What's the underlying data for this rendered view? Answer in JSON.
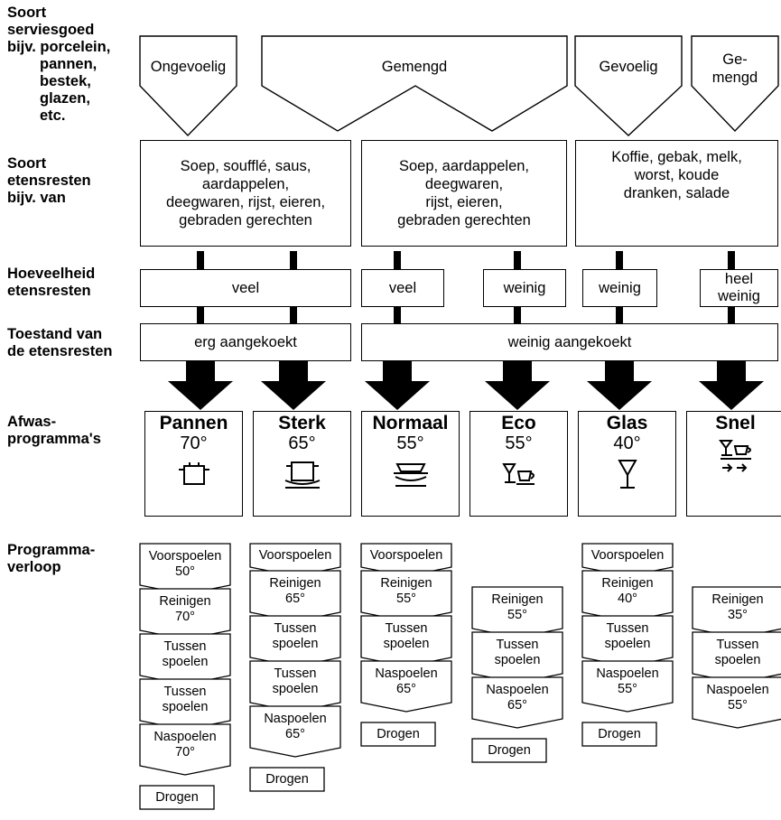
{
  "row_labels": {
    "serviesgoed": [
      "Soort",
      "serviesgoed",
      "bijv. porcelein,",
      "pannen,",
      "bestek,",
      "glazen,",
      "etc."
    ],
    "etensresten": [
      "Soort",
      "etensresten",
      "bijv. van"
    ],
    "hoeveelheid": [
      "Hoeveelheid",
      "etensresten"
    ],
    "toestand": [
      "Toestand van",
      "de etensresten"
    ],
    "afwas": [
      "Afwas-",
      "programma's"
    ],
    "verloop": [
      "Programma-",
      "verloop"
    ]
  },
  "servies_types": [
    "Ongevoelig",
    "Gemengd",
    "Gevoelig",
    "Ge-\nmengd"
  ],
  "food_groups": [
    "Soep, soufflé, saus,\naardappelen,\ndeegwaren, rijst, eieren,\ngebraden gerechten",
    "Soep, aardappelen,\ndeegwaren,\nrijst, eieren,\ngebraden gerechten",
    "Koffie, gebak, melk,\nworst, koude\ndranken, salade"
  ],
  "amounts": [
    "veel",
    "veel",
    "weinig",
    "weinig",
    "heel\nweinig"
  ],
  "states": [
    "erg aangekoekt",
    "weinig aangekoekt"
  ],
  "programs": [
    {
      "name": "Pannen",
      "temp": "70°",
      "icon": "pot-icon"
    },
    {
      "name": "Sterk",
      "temp": "65°",
      "icon": "pot-with-dishes-icon"
    },
    {
      "name": "Normaal",
      "temp": "55°",
      "icon": "stacked-plates-icon"
    },
    {
      "name": "Eco",
      "temp": "55°",
      "icon": "glass-and-cup-icon"
    },
    {
      "name": "Glas",
      "temp": "40°",
      "icon": "wine-glass-icon"
    },
    {
      "name": "Snel",
      "temp": "",
      "icon": "quick-glass-cup-icon"
    }
  ],
  "sequences": [
    [
      [
        "Voorspoelen",
        "50°"
      ],
      [
        "Reinigen",
        "70°"
      ],
      [
        "Tussen",
        "spoelen"
      ],
      [
        "Tussen",
        "spoelen"
      ],
      [
        "Naspoelen",
        "70°"
      ],
      [
        "Drogen"
      ]
    ],
    [
      [
        "Voorspoelen"
      ],
      [
        "Reinigen",
        "65°"
      ],
      [
        "Tussen",
        "spoelen"
      ],
      [
        "Tussen",
        "spoelen"
      ],
      [
        "Naspoelen",
        "65°"
      ],
      [
        "Drogen"
      ]
    ],
    [
      [
        "Voorspoelen"
      ],
      [
        "Reinigen",
        "55°"
      ],
      [
        "Tussen",
        "spoelen"
      ],
      [
        "Naspoelen",
        "65°"
      ],
      [
        "Drogen"
      ]
    ],
    [
      [
        "Reinigen",
        "55°"
      ],
      [
        "Tussen",
        "spoelen"
      ],
      [
        "Naspoelen",
        "65°"
      ],
      [
        "Drogen"
      ]
    ],
    [
      [
        "Voorspoelen"
      ],
      [
        "Reinigen",
        "40°"
      ],
      [
        "Tussen",
        "spoelen"
      ],
      [
        "Naspoelen",
        "55°"
      ],
      [
        "Drogen"
      ]
    ],
    [
      [
        "Reinigen",
        "35°"
      ],
      [
        "Tussen",
        "spoelen"
      ],
      [
        "Naspoelen",
        "55°"
      ]
    ]
  ]
}
